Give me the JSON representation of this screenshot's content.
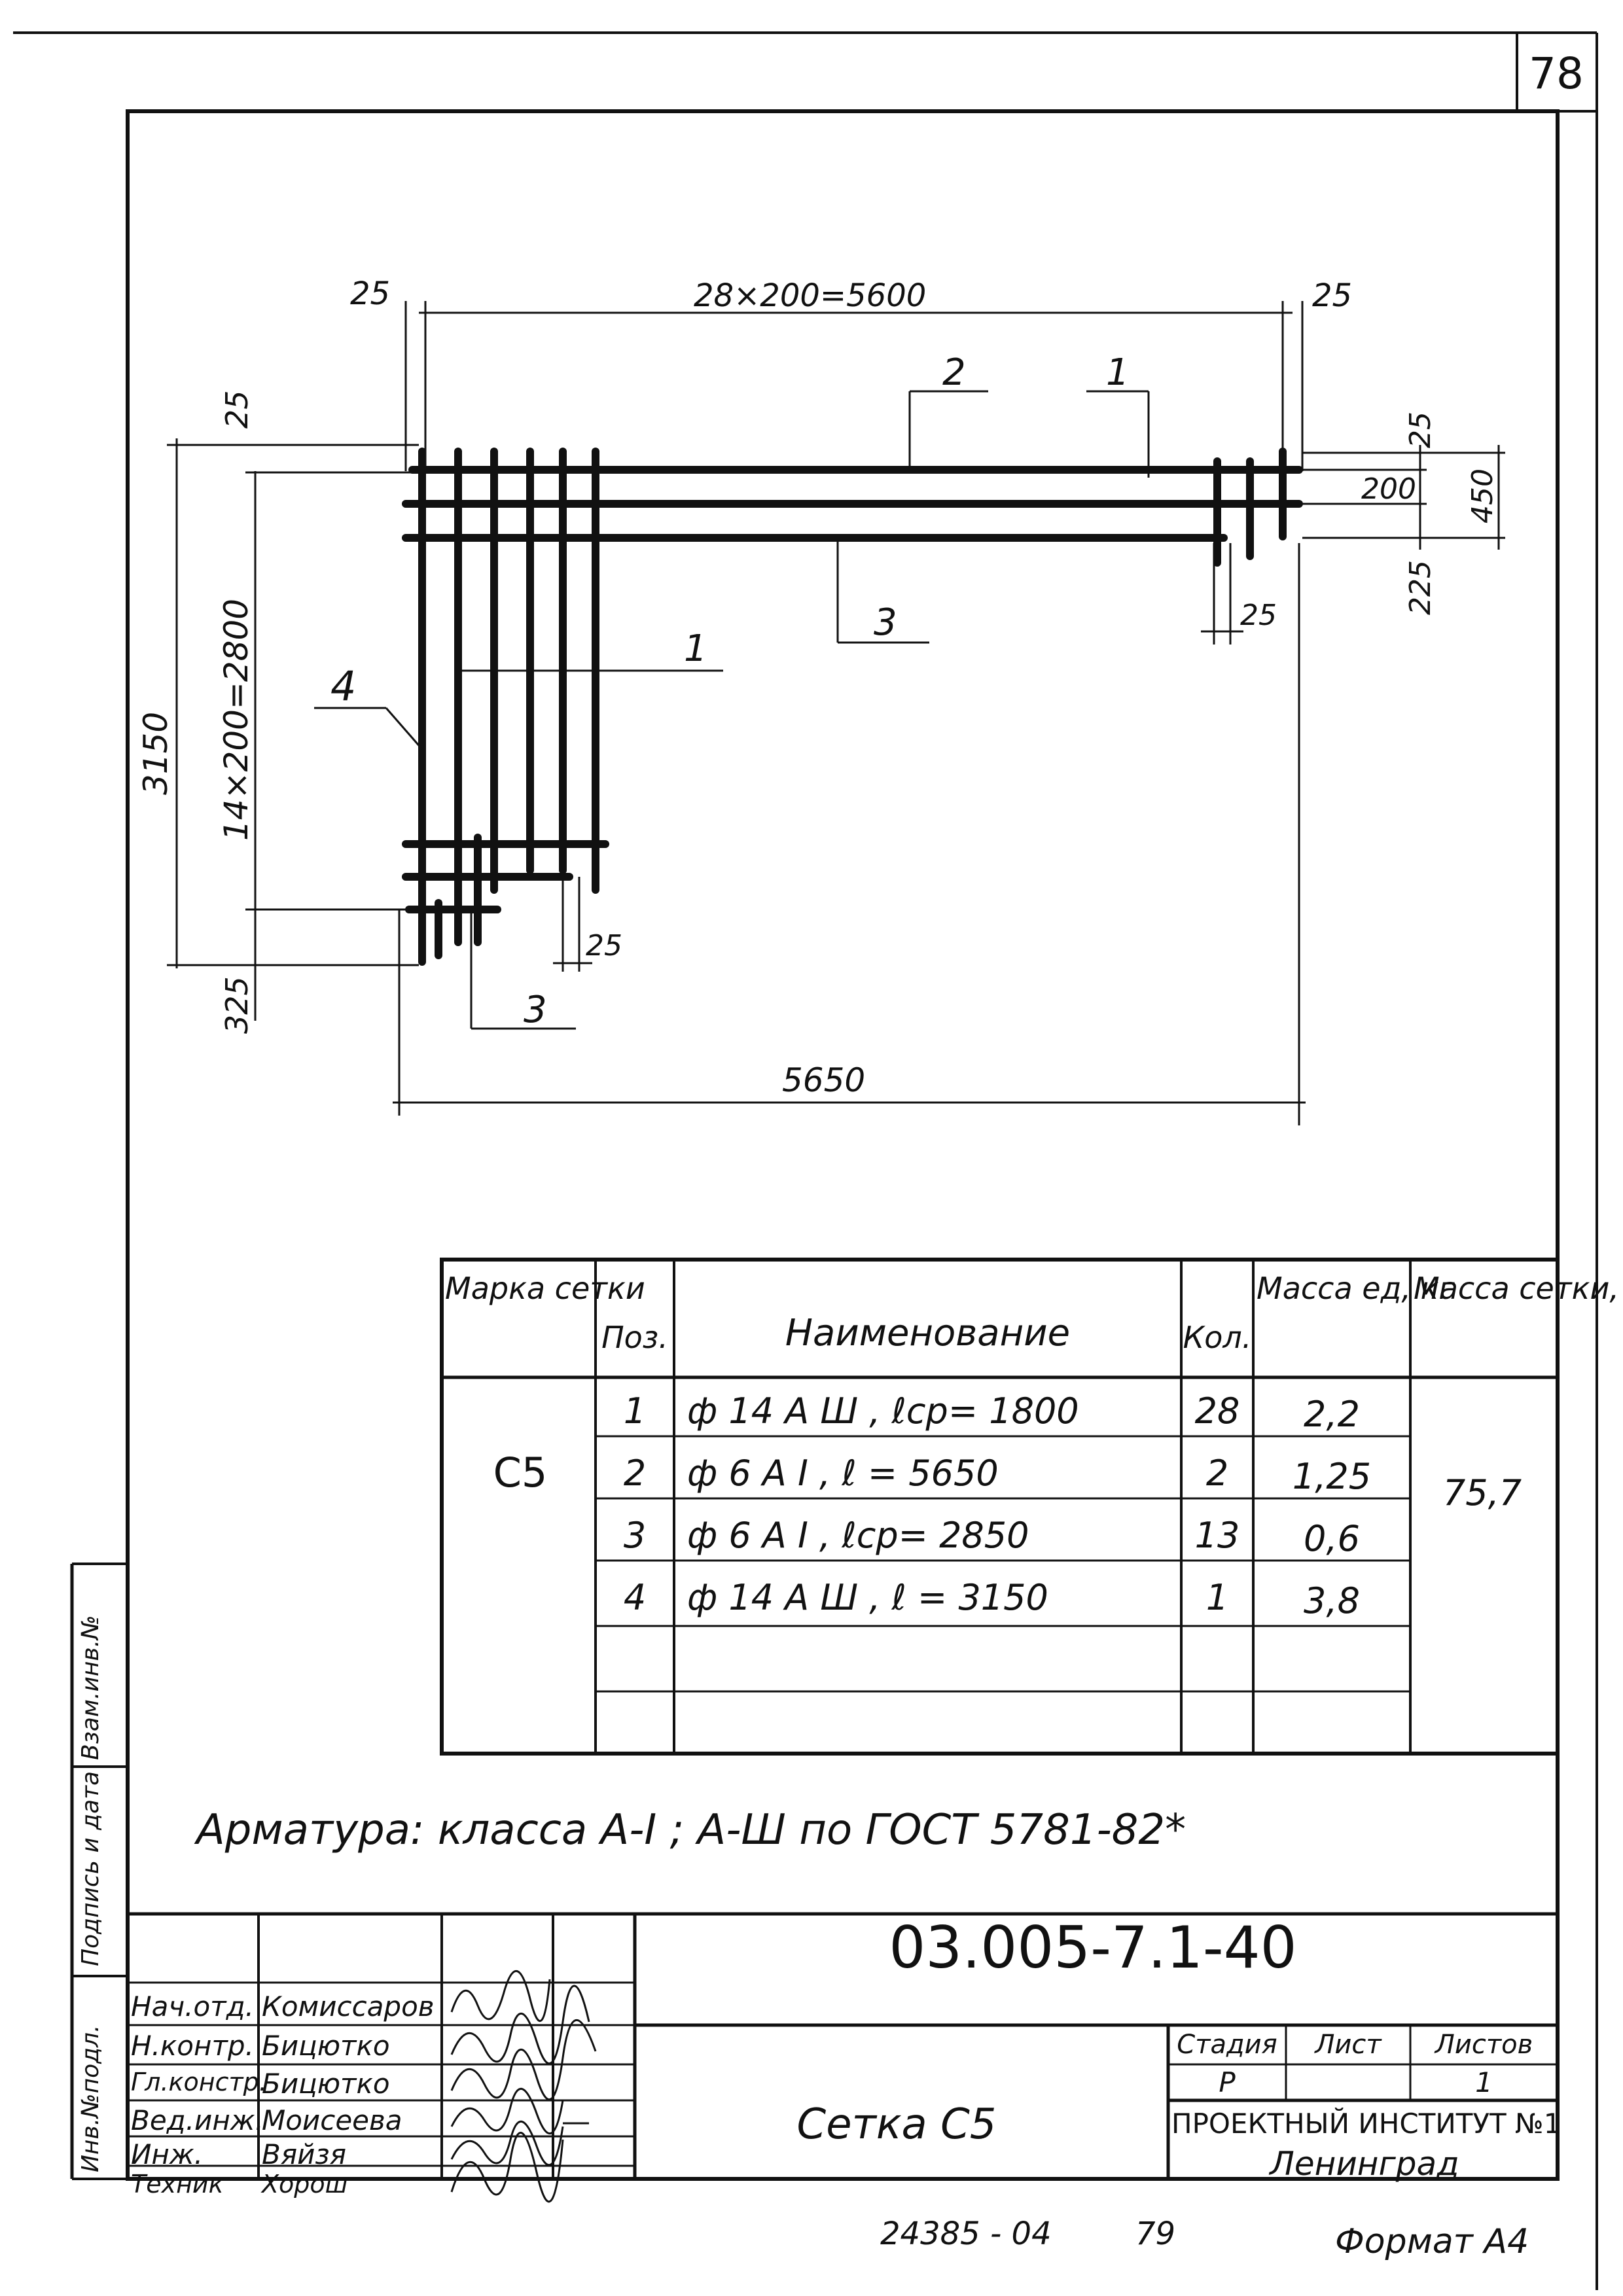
{
  "sheet_number": "78",
  "drawing": {
    "dimensions": {
      "top_left": "25",
      "top_span": "28×200=5600",
      "top_right": "25",
      "left_top": "25",
      "left_span_inner": "14×200=2800",
      "left_total": "3150",
      "left_bottom": "325",
      "right_1": "25",
      "right_2": "200",
      "right_3": "225",
      "right_total": "450",
      "inner_right": "25",
      "inner_bottom": "25",
      "bottom_total": "5650"
    },
    "callouts": {
      "top_pos2": "2",
      "top_pos1": "1",
      "mid_pos3": "3",
      "mid_pos1": "1",
      "left_pos4": "4",
      "bottom_pos3": "3"
    }
  },
  "spec_table": {
    "headers": {
      "mark": "Марка сетки",
      "pos": "Поз.",
      "name": "Наименование",
      "qty": "Кол.",
      "unit_mass": "Масса ед, кг",
      "mesh_mass": "Масса сетки, кг"
    },
    "mark": "С5",
    "mesh_mass": "75,7",
    "rows": [
      {
        "pos": "1",
        "name": "ф 14 А Ш , ℓср= 1800",
        "qty": "28",
        "mass": "2,2"
      },
      {
        "pos": "2",
        "name": "ф 6 А I , ℓ = 5650",
        "qty": "2",
        "mass": "1,25"
      },
      {
        "pos": "3",
        "name": "ф 6 А I , ℓср= 2850",
        "qty": "13",
        "mass": "0,6"
      },
      {
        "pos": "4",
        "name": "ф 14 А Ш , ℓ = 3150",
        "qty": "1",
        "mass": "3,8"
      }
    ]
  },
  "note": "Арматура: класса А-I ; А-Ш по ГОСТ 5781-82*",
  "title_block": {
    "doc_code": "03.005-7.1-40",
    "title": "Сетка С5",
    "stage_label": "Стадия",
    "sheet_label": "Лист",
    "sheets_label": "Листов",
    "stage": "Р",
    "sheet": "",
    "sheets": "1",
    "org_line1": "ПРОЕКТНЫЙ ИНСТИТУТ №1",
    "org_line2": "Ленинград",
    "people": [
      {
        "role": "Нач.отд.",
        "name": "Комиссаров"
      },
      {
        "role": "Н.контр.",
        "name": "Бицютко"
      },
      {
        "role": "Гл.констр.",
        "name": "Бицютко"
      },
      {
        "role": "Вед.инж.",
        "name": "Моисеева"
      },
      {
        "role": "Инж.",
        "name": "Вяйзя"
      },
      {
        "role": "Техник",
        "name": "Хорош"
      }
    ]
  },
  "side_labels": {
    "inv_orig": "Инв.№подл.",
    "sign_date": "Подпись и дата",
    "vzam_inv": "Взам.инв.№"
  },
  "footer": {
    "archive": "24385 - 04",
    "page": "79",
    "format": "Формат А4"
  }
}
